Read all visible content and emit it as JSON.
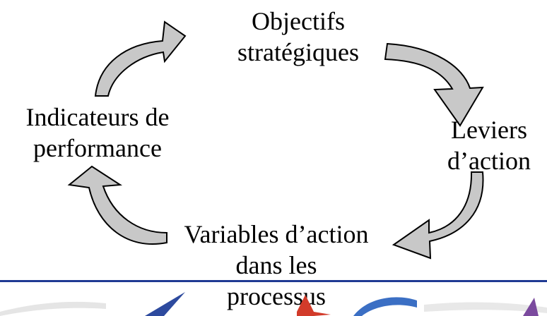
{
  "diagram": {
    "type": "cycle",
    "nodes": [
      {
        "id": "objectifs",
        "lines": [
          "Objectifs",
          "stratégiques"
        ]
      },
      {
        "id": "leviers",
        "lines": [
          "Leviers",
          "d’action"
        ]
      },
      {
        "id": "variables",
        "lines": [
          "Variables d’action",
          "dans les",
          "processus"
        ]
      },
      {
        "id": "indicateurs",
        "lines": [
          "Indicateurs de",
          "performance"
        ]
      }
    ],
    "edges": [
      {
        "from": "objectifs",
        "to": "leviers"
      },
      {
        "from": "leviers",
        "to": "variables"
      },
      {
        "from": "variables",
        "to": "indicateurs"
      },
      {
        "from": "indicateurs",
        "to": "objectifs"
      }
    ]
  },
  "colors": {
    "arrow_fill": "#c8c8c8",
    "arrow_stroke": "#000000",
    "text": "#000000",
    "rule": "#1f3a93"
  }
}
